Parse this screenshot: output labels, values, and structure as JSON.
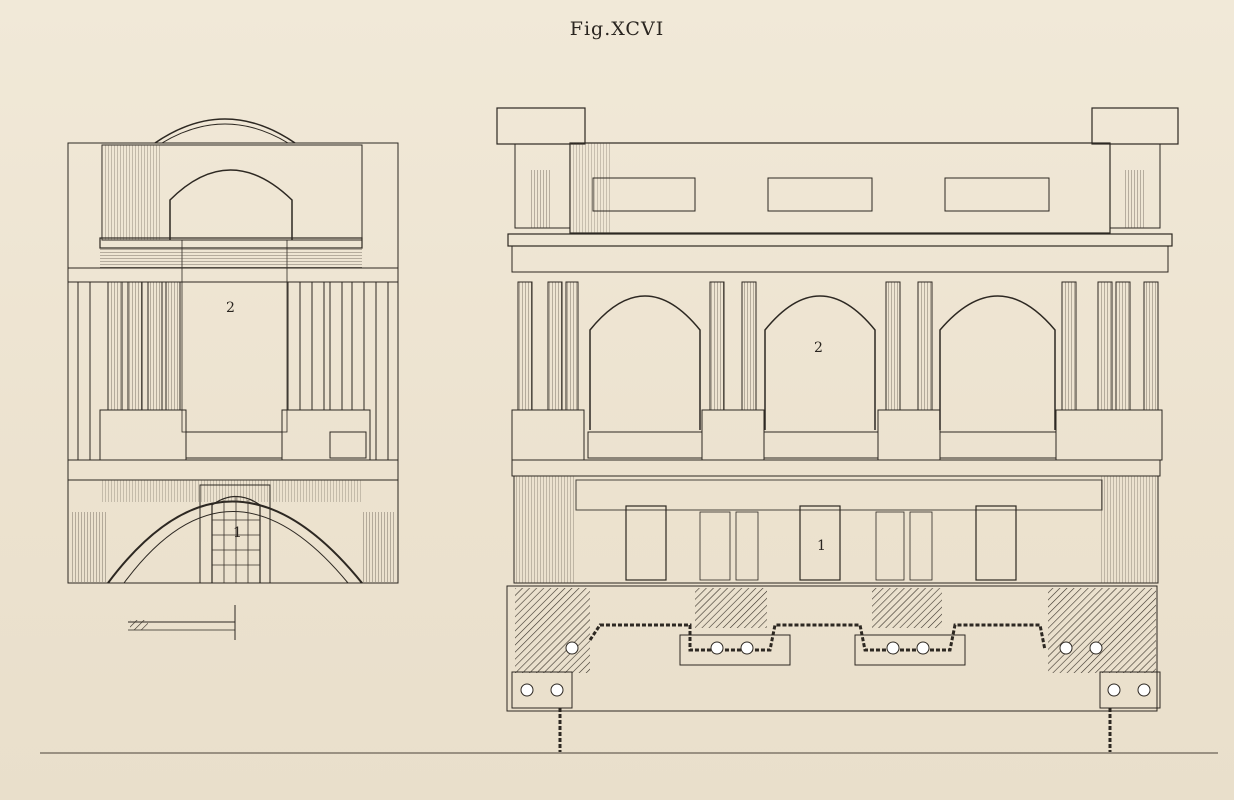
{
  "figure": {
    "title": "Fig.XCVI"
  },
  "left_elevation": {
    "upper_label": "2",
    "lower_label": "1"
  },
  "right_elevation": {
    "upper_label": "2",
    "lower_label": "1"
  },
  "colors": {
    "paper": "#efe6d4",
    "ink": "#2d2822"
  }
}
